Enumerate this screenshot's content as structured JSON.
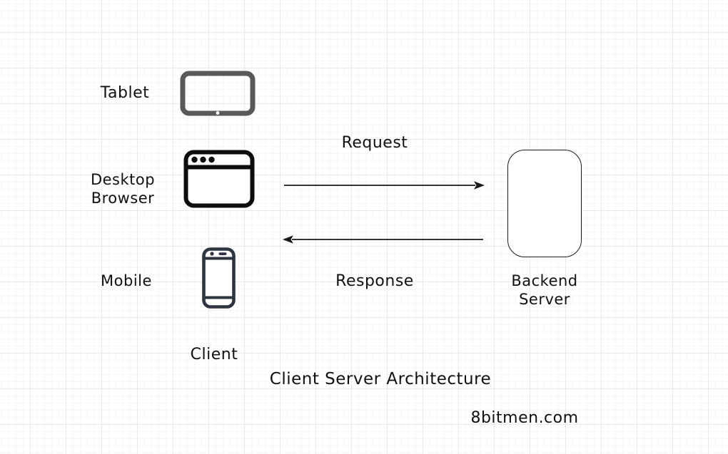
{
  "diagram": {
    "title": "Client Server Architecture",
    "watermark": "8bitmen.com",
    "client_group_label": "Client",
    "nodes": {
      "tablet": {
        "label": "Tablet"
      },
      "desktop_browser": {
        "label_line1": "Desktop",
        "label_line2": "Browser"
      },
      "mobile": {
        "label": "Mobile"
      },
      "backend_server": {
        "label_line1": "Backend",
        "label_line2": "Server"
      }
    },
    "edges": {
      "request": {
        "label": "Request",
        "direction": "right"
      },
      "response": {
        "label": "Response",
        "direction": "left"
      }
    },
    "icons": {
      "tablet": "tablet-icon",
      "desktop_browser": "desktop-browser-icon",
      "mobile": "mobile-icon",
      "backend_server": "rounded-rectangle-shape"
    },
    "colors": {
      "tablet_icon": "#58595b",
      "browser_icon": "#0d0d0d",
      "mobile_icon": "#2e3440",
      "line": "#1a1a1a",
      "text": "#111111",
      "grid_major": "#e9e9e9",
      "grid_minor": "#f7f7f7",
      "background": "#ffffff"
    }
  }
}
